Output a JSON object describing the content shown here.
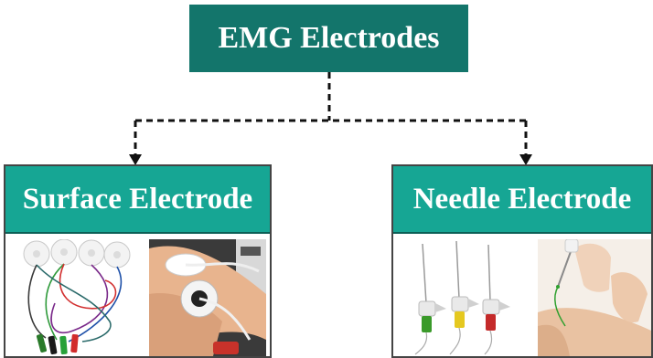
{
  "diagram": {
    "root": {
      "label": "EMG Electrodes"
    },
    "children": [
      {
        "label": "Surface Electrode",
        "images": [
          "surface-electrode-pads-with-leads",
          "surface-electrode-on-arm"
        ]
      },
      {
        "label": "Needle Electrode",
        "images": [
          "needle-electrodes-color-coded",
          "needle-electrode-insertion"
        ]
      }
    ]
  },
  "colors": {
    "root_fill": "#13756b",
    "header_fill": "#16a694",
    "text": "#ffffff",
    "connector": "#111111"
  }
}
